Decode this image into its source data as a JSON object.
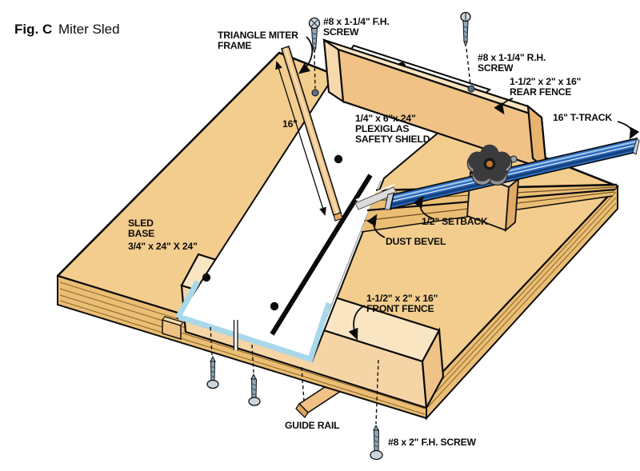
{
  "figure": {
    "tag": "Fig. C",
    "title": "Miter Sled"
  },
  "labels": {
    "triangle_miter_frame": {
      "lines": [
        "TRIANGLE MITER",
        "FRAME"
      ]
    },
    "screw_fh_top": {
      "lines": [
        "#8 x 1-1/4\" F.H.",
        "SCREW"
      ]
    },
    "screw_rh": {
      "lines": [
        "#8 x 1-1/4\" R.H.",
        "SCREW"
      ]
    },
    "rear_fence": {
      "lines": [
        "1-1/2\" x 2\" x 16\"",
        "REAR FENCE"
      ]
    },
    "t_track": {
      "text": "16\" T-TRACK"
    },
    "safety_shield": {
      "lines": [
        "1/4\" x 6\"x 24\"",
        "PLEXIGLAS",
        "SAFETY SHIELD"
      ]
    },
    "frame_dimension": {
      "text": "16\""
    },
    "setback": {
      "text": "1/2\" SETBACK"
    },
    "dust_bevel": {
      "text": "DUST BEVEL"
    },
    "sled_base": {
      "lines": [
        "SLED",
        "BASE",
        "3/4\" x 24\" X 24\""
      ]
    },
    "front_fence": {
      "lines": [
        "1-1/2\" x 2\" x 16\"",
        "FRONT FENCE"
      ]
    },
    "guide_rail": {
      "text": "GUIDE RAIL"
    },
    "screw_fh_bottom": {
      "text": "#8 x 2\" F.H. SCREW"
    }
  },
  "colors": {
    "caption_orange": "#C5831D",
    "base_tan": "#F3CD8E",
    "plywood_edge": "#EBBE75",
    "fence_top": "#FAE5C2",
    "fence_front": "#F5D5A6",
    "fence_end": "#EFC287",
    "shield_white": "#FFFFFF",
    "shield_blue_edge": "#A9D8EB",
    "t_track_blue": "#2E6DBE",
    "t_track_dark": "#15407E",
    "knob_gray": "#3B3B3D",
    "knob_center": "#C07628",
    "screw_steel": "#8FA7B8",
    "outline": "#0c0c0c"
  }
}
